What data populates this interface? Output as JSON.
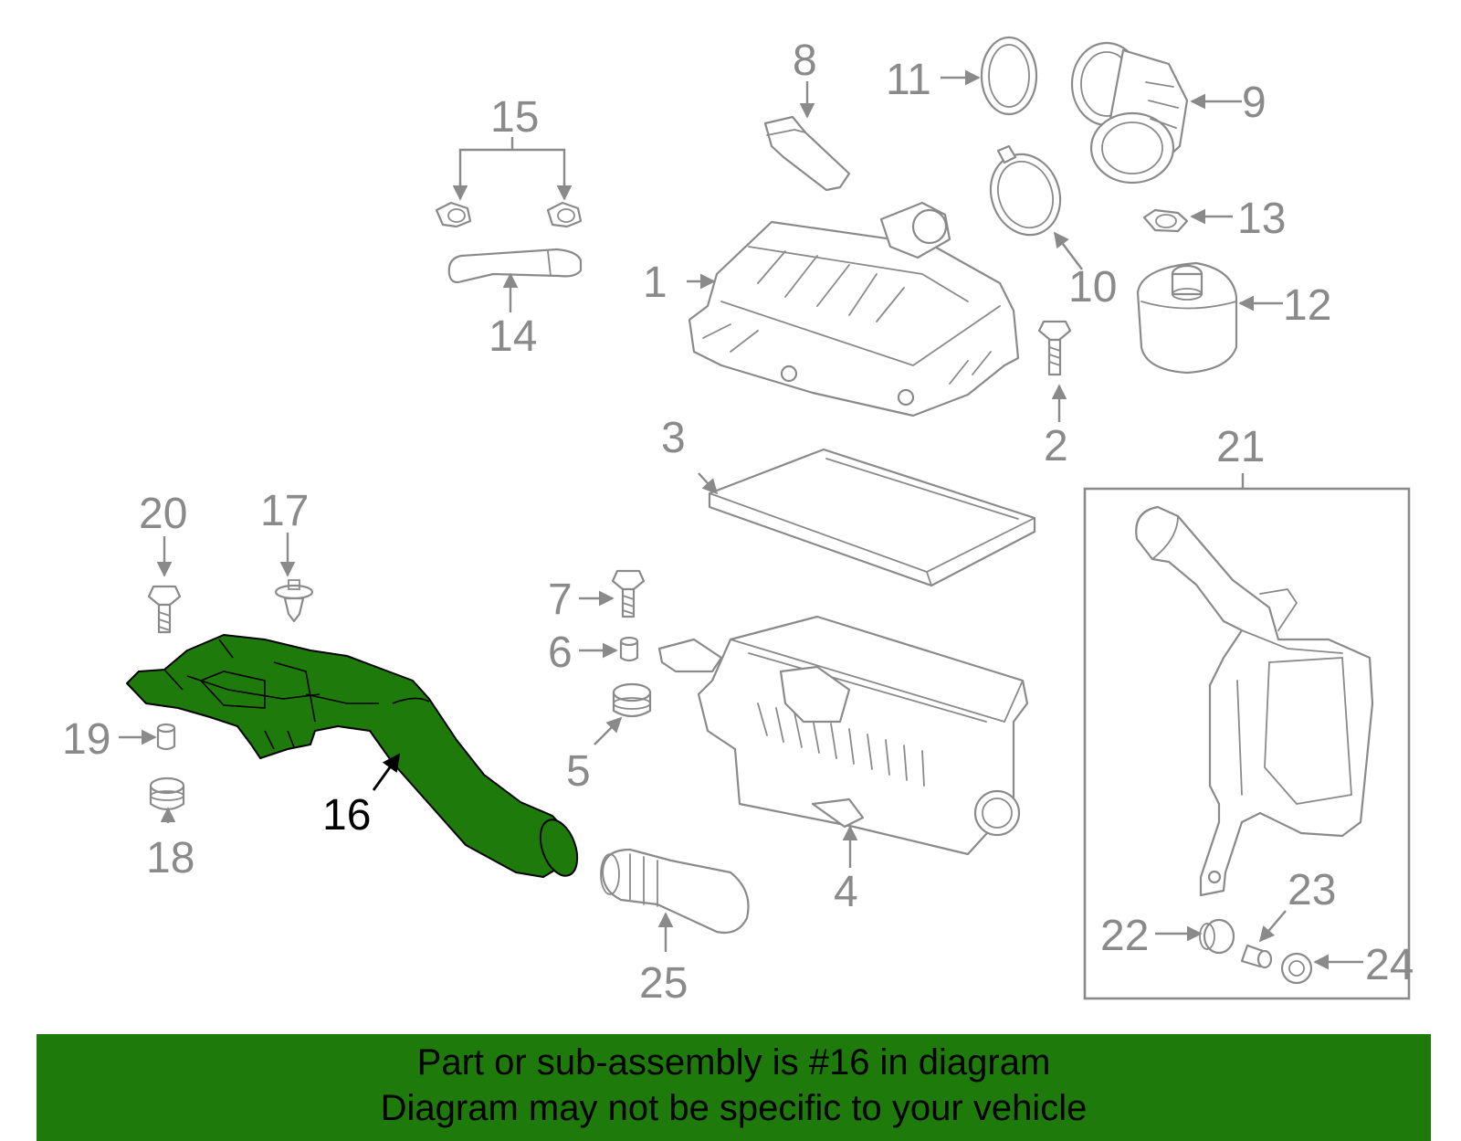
{
  "diagram": {
    "highlight_color": "#1f7a0c",
    "part_line_color": "#8a8a8a",
    "highlighted_part": "16",
    "callouts": [
      "1",
      "2",
      "3",
      "4",
      "5",
      "6",
      "7",
      "8",
      "9",
      "10",
      "11",
      "12",
      "13",
      "14",
      "15",
      "16",
      "17",
      "18",
      "19",
      "20",
      "21",
      "22",
      "23",
      "24",
      "25"
    ]
  },
  "banner": {
    "line1": "Part or sub-assembly is #16 in diagram",
    "line2": "Diagram may not be specific to your vehicle"
  }
}
